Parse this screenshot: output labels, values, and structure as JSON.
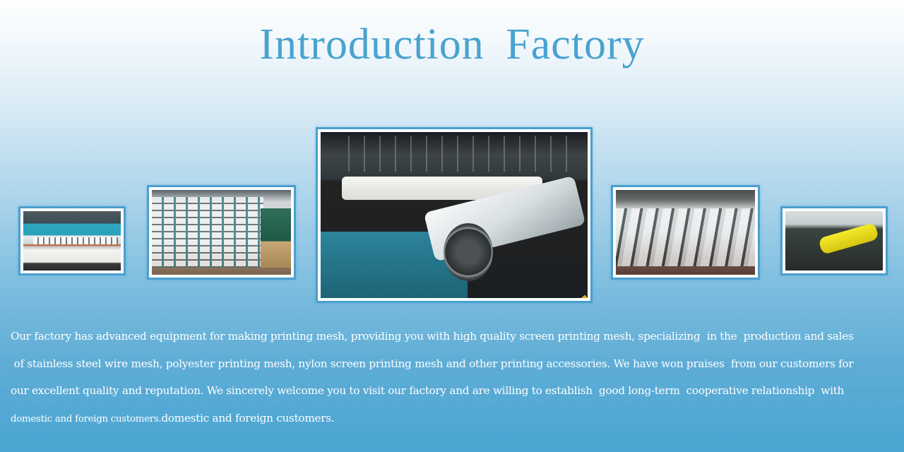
{
  "header": {
    "title": "Introduction  Factory"
  },
  "gallery": {
    "images": [
      {
        "name": "slitting-machine-photo",
        "alt": "Mesh slitting and rolling machine"
      },
      {
        "name": "creel-rack-photo",
        "alt": "Yarn creel racks"
      },
      {
        "name": "loom-roll-photo",
        "alt": "Large roll of white printing mesh on loom"
      },
      {
        "name": "weaving-hall-photo",
        "alt": "Rows of weaving looms in factory hall"
      },
      {
        "name": "yellow-mesh-photo",
        "alt": "Loom producing yellow printing mesh"
      }
    ]
  },
  "description": {
    "lines": [
      "Our factory has advanced equipment for making printing mesh, providing you with high quality screen printing mesh, specializing  in the  production and sales",
      " of stainless steel wire mesh, polyester printing mesh, nylon screen printing mesh and other printing accessories. We have won praises  from our customers for",
      "our excellent quality and reputation. We sincerely welcome you to visit our factory and are willing to establish  good long-term  cooperative relationship  with"
    ],
    "last_line_small": "domestic and foreign customers.",
    "last_line_large": "domestic and foreign customers."
  },
  "colors": {
    "title": "#4aa3cf",
    "frame_border": "#4a9fd0",
    "background_bottom": "#4aa5d2",
    "text": "#ffffff"
  }
}
